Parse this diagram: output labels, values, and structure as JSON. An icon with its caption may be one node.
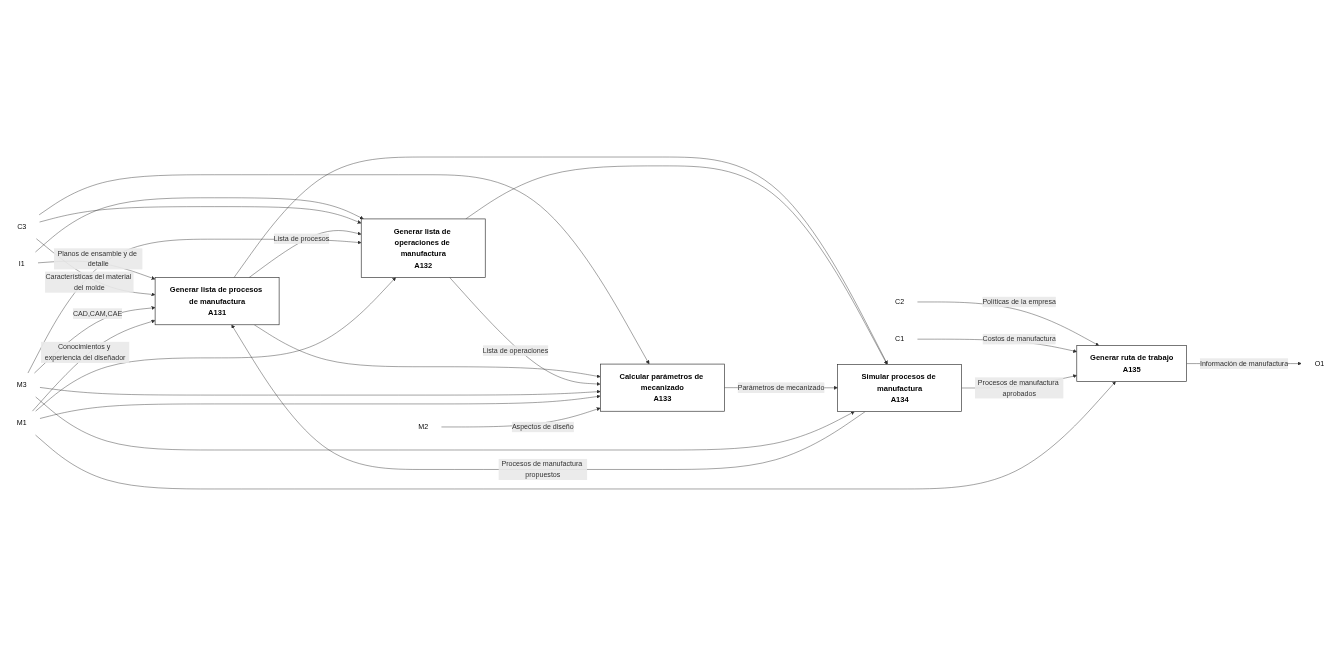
{
  "diagram": {
    "nodes": [
      {
        "text": [
          "C3"
        ]
      },
      {
        "text": [
          "C2"
        ]
      },
      {
        "text": [
          "C1"
        ]
      },
      {
        "text": [
          "I1"
        ]
      },
      {
        "text": [
          "Generar lista de procesos de manufactura",
          "A131"
        ]
      },
      {
        "text": [
          "Generar lista de operaciones de manufactura",
          "A132"
        ]
      },
      {
        "text": [
          "Calcular parámetros de mecanizado",
          "A133"
        ]
      },
      {
        "text": [
          "Simular procesos de manufactura",
          "A134"
        ]
      },
      {
        "text": [
          "Generar ruta de trabajo",
          "A135"
        ]
      },
      {
        "text": [
          "O1"
        ]
      },
      {
        "text": [
          "M3"
        ]
      },
      {
        "text": [
          "M1"
        ]
      },
      {
        "text": [
          "M2"
        ]
      }
    ],
    "edges": [
      {
        "from": 3,
        "to": 4,
        "arrow": "to",
        "label": "Planos de ensamble y de detalle"
      },
      {
        "from": 3,
        "to": 5,
        "arrow": "to"
      },
      {
        "from": 0,
        "to": 4,
        "arrow": "to",
        "label": "Características del material del molde"
      },
      {
        "from": 0,
        "to": 5,
        "arrow": "to"
      },
      {
        "from": 0,
        "to": 6,
        "arrow": "to"
      },
      {
        "from": 1,
        "to": 8,
        "arrow": "to",
        "label": "Políticas de la empresa"
      },
      {
        "from": 2,
        "to": 8,
        "arrow": "to",
        "label": "Costos de manufactura"
      },
      {
        "from": 4,
        "to": 5,
        "arrow": "to",
        "label": "Lista de procesos"
      },
      {
        "from": 4,
        "to": 6,
        "arrow": "to"
      },
      {
        "from": 4,
        "to": 7,
        "arrow": "to"
      },
      {
        "from": 5,
        "to": 6,
        "arrow": "to",
        "label": "Lista de operaciones"
      },
      {
        "from": 5,
        "to": 7,
        "arrow": "to"
      },
      {
        "from": 6,
        "to": 7,
        "arrow": "to",
        "label": "Parámetros de mecanizado"
      },
      {
        "from": 7,
        "to": 8,
        "arrow": "to",
        "label": "Procesos de manufactura aprobados"
      },
      {
        "from": 7,
        "to": 4,
        "arrow": "to",
        "label": "Procesos de manufactura propuestos"
      },
      {
        "from": 8,
        "to": 9,
        "arrow": "to",
        "label": "Información de manufactura"
      },
      {
        "from": 10,
        "to": 4,
        "arrow": "to",
        "label": "CAD,CAM,CAE"
      },
      {
        "from": 10,
        "to": 5,
        "arrow": "to"
      },
      {
        "from": 10,
        "to": 6,
        "arrow": "to"
      },
      {
        "from": 10,
        "to": 7,
        "arrow": "to"
      },
      {
        "from": 11,
        "to": 4,
        "arrow": "to",
        "label": "Conocimientos y experiencia del diseñador"
      },
      {
        "from": 11,
        "to": 5,
        "arrow": "to"
      },
      {
        "from": 11,
        "to": 6,
        "arrow": "to"
      },
      {
        "from": 11,
        "to": 8,
        "arrow": "to"
      },
      {
        "from": 12,
        "to": 6,
        "arrow": "to",
        "label": "Aspectos de diseño"
      }
    ]
  }
}
